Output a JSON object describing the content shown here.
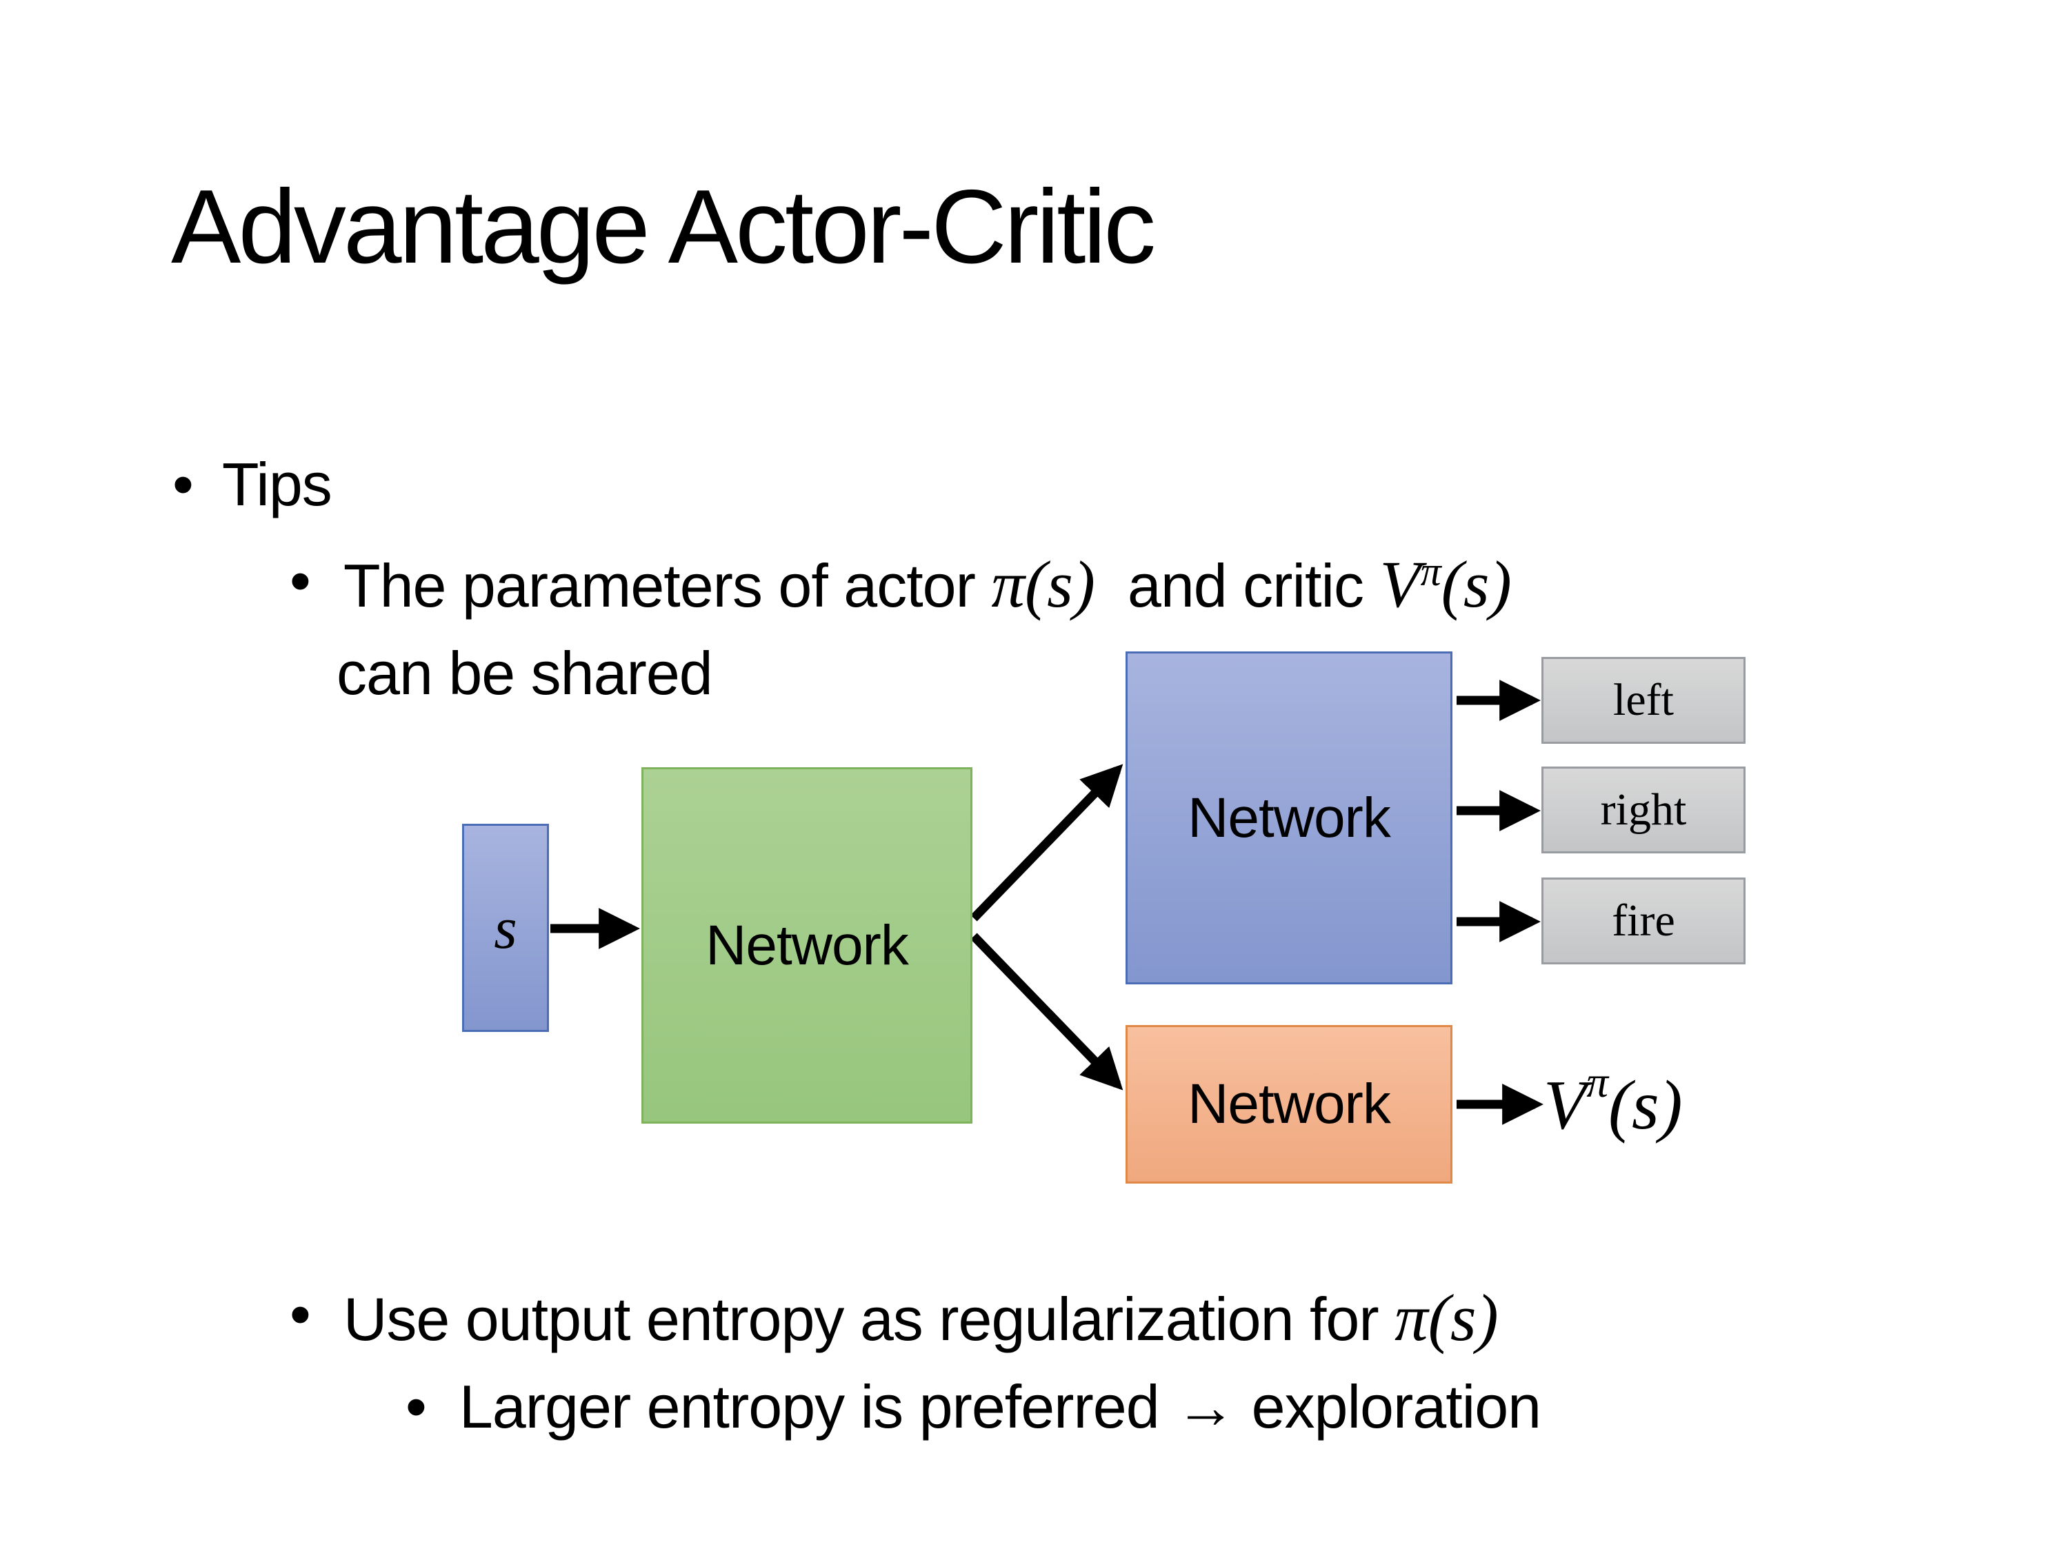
{
  "slide": {
    "title": "Advantage Actor-Critic",
    "bullet_char": "•"
  },
  "bullets": {
    "tips": "Tips",
    "params": {
      "before": "The parameters of actor ",
      "actor_math": "π(s)",
      "mid": "  and critic ",
      "critic_base": "V",
      "critic_sup": "π",
      "critic_args": "(s)",
      "line2": "can be shared"
    },
    "entropy": {
      "before": "Use output entropy as regularization for ",
      "actor_math": "π(s)"
    },
    "larger": "Larger entropy is preferred → exploration"
  },
  "diagram": {
    "state_label": "s",
    "shared_network_label": "Network",
    "actor_network_label": "Network",
    "critic_network_label": "Network",
    "actions": [
      "left",
      "right",
      "fire"
    ],
    "value_output": {
      "base": "V",
      "sup": "π",
      "args": "(s)"
    },
    "colors": {
      "state_actor_fill_top": "#A8B4DF",
      "state_actor_fill_bottom": "#8396CE",
      "state_actor_border": "#4A6DB5",
      "shared_fill_top": "#ACD194",
      "shared_fill_bottom": "#97C67D",
      "shared_border": "#7FB25D",
      "critic_fill_top": "#F8C09F",
      "critic_fill_bottom": "#EFA87E",
      "critic_border": "#E08845",
      "action_fill_top": "#D8D8D8",
      "action_fill_bottom": "#C3C5C7",
      "action_border": "#989CA0",
      "arrow": "#000000",
      "text": "#000000",
      "background": "#FFFFFF"
    }
  }
}
